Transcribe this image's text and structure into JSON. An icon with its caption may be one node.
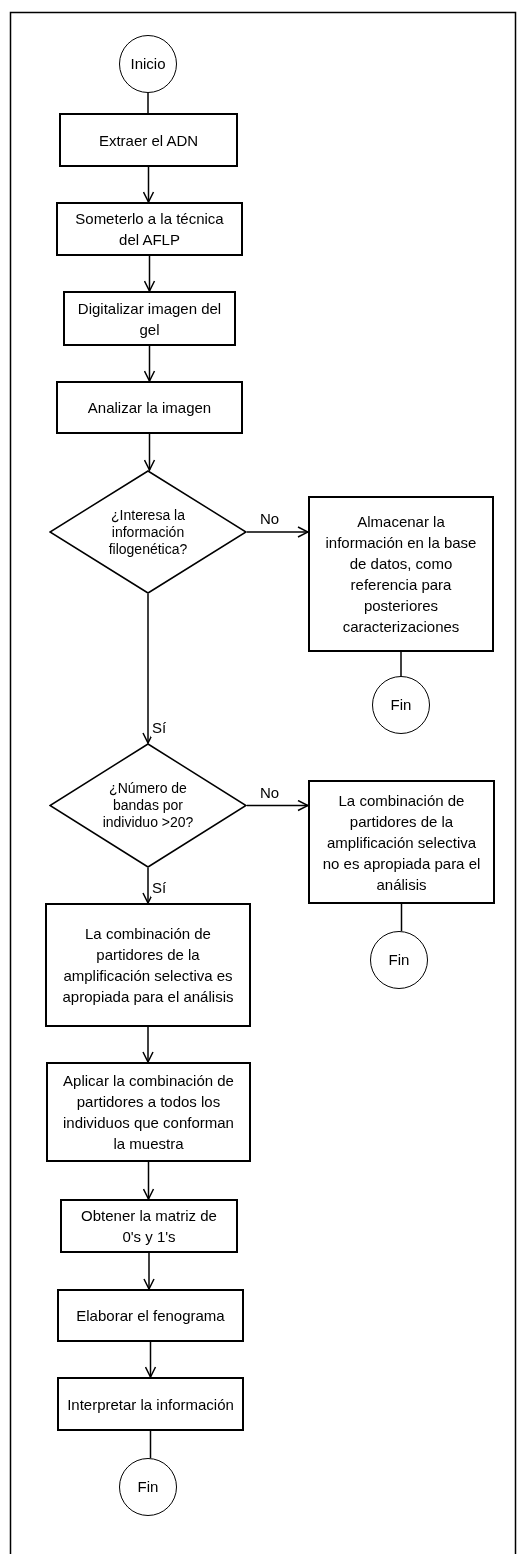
{
  "diagram": {
    "nodes": [
      {
        "text": [
          "Inicio"
        ]
      },
      {
        "text": [
          "Extraer el ADN"
        ]
      },
      {
        "text": [
          "Someterlo a la técnica del AFLP"
        ]
      },
      {
        "text": [
          "Digitalizar imagen del gel"
        ]
      },
      {
        "text": [
          "Analizar la imagen"
        ]
      },
      {
        "text": [
          "¿Interesa la información filogenética?"
        ]
      },
      {
        "text": [
          "Almacenar la información en la base de datos, como referencia para posteriores caracterizaciones"
        ]
      },
      {
        "text": [
          "Fin"
        ]
      },
      {
        "text": [
          "¿Número de bandas por individuo >20?"
        ]
      },
      {
        "text": [
          "La combinación de partidores de la amplificación selectiva no es apropiada para el análisis"
        ]
      },
      {
        "text": [
          "Fin"
        ]
      },
      {
        "text": [
          "La combinación de partidores de la amplificación selectiva es apropiada para el análisis"
        ]
      },
      {
        "text": [
          "Aplicar la combinación de partidores a todos los individuos que conforman la muestra"
        ]
      },
      {
        "text": [
          "Obtener la matriz de 0's y 1's"
        ]
      },
      {
        "text": [
          "Elaborar el fenograma"
        ]
      },
      {
        "text": [
          "Interpretar la información"
        ]
      },
      {
        "text": [
          "Fin"
        ]
      }
    ],
    "edges": [
      {
        "from": 0,
        "to": 1,
        "arrow": "none"
      },
      {
        "from": 1,
        "to": 2,
        "arrow": "to"
      },
      {
        "from": 2,
        "to": 3,
        "arrow": "to"
      },
      {
        "from": 3,
        "to": 4,
        "arrow": "to"
      },
      {
        "from": 4,
        "to": 5,
        "arrow": "to"
      },
      {
        "from": 5,
        "to": 6,
        "arrow": "to",
        "label": "No"
      },
      {
        "from": 6,
        "to": 7,
        "arrow": "none"
      },
      {
        "from": 5,
        "to": 8,
        "arrow": "to",
        "label": "Sí"
      },
      {
        "from": 8,
        "to": 9,
        "arrow": "to",
        "label": "No"
      },
      {
        "from": 9,
        "to": 10,
        "arrow": "none"
      },
      {
        "from": 8,
        "to": 11,
        "arrow": "to",
        "label": "Sí"
      },
      {
        "from": 11,
        "to": 12,
        "arrow": "to"
      },
      {
        "from": 12,
        "to": 13,
        "arrow": "to"
      },
      {
        "from": 13,
        "to": 14,
        "arrow": "to"
      },
      {
        "from": 14,
        "to": 15,
        "arrow": "to"
      },
      {
        "from": 15,
        "to": 16,
        "arrow": "none"
      }
    ]
  }
}
